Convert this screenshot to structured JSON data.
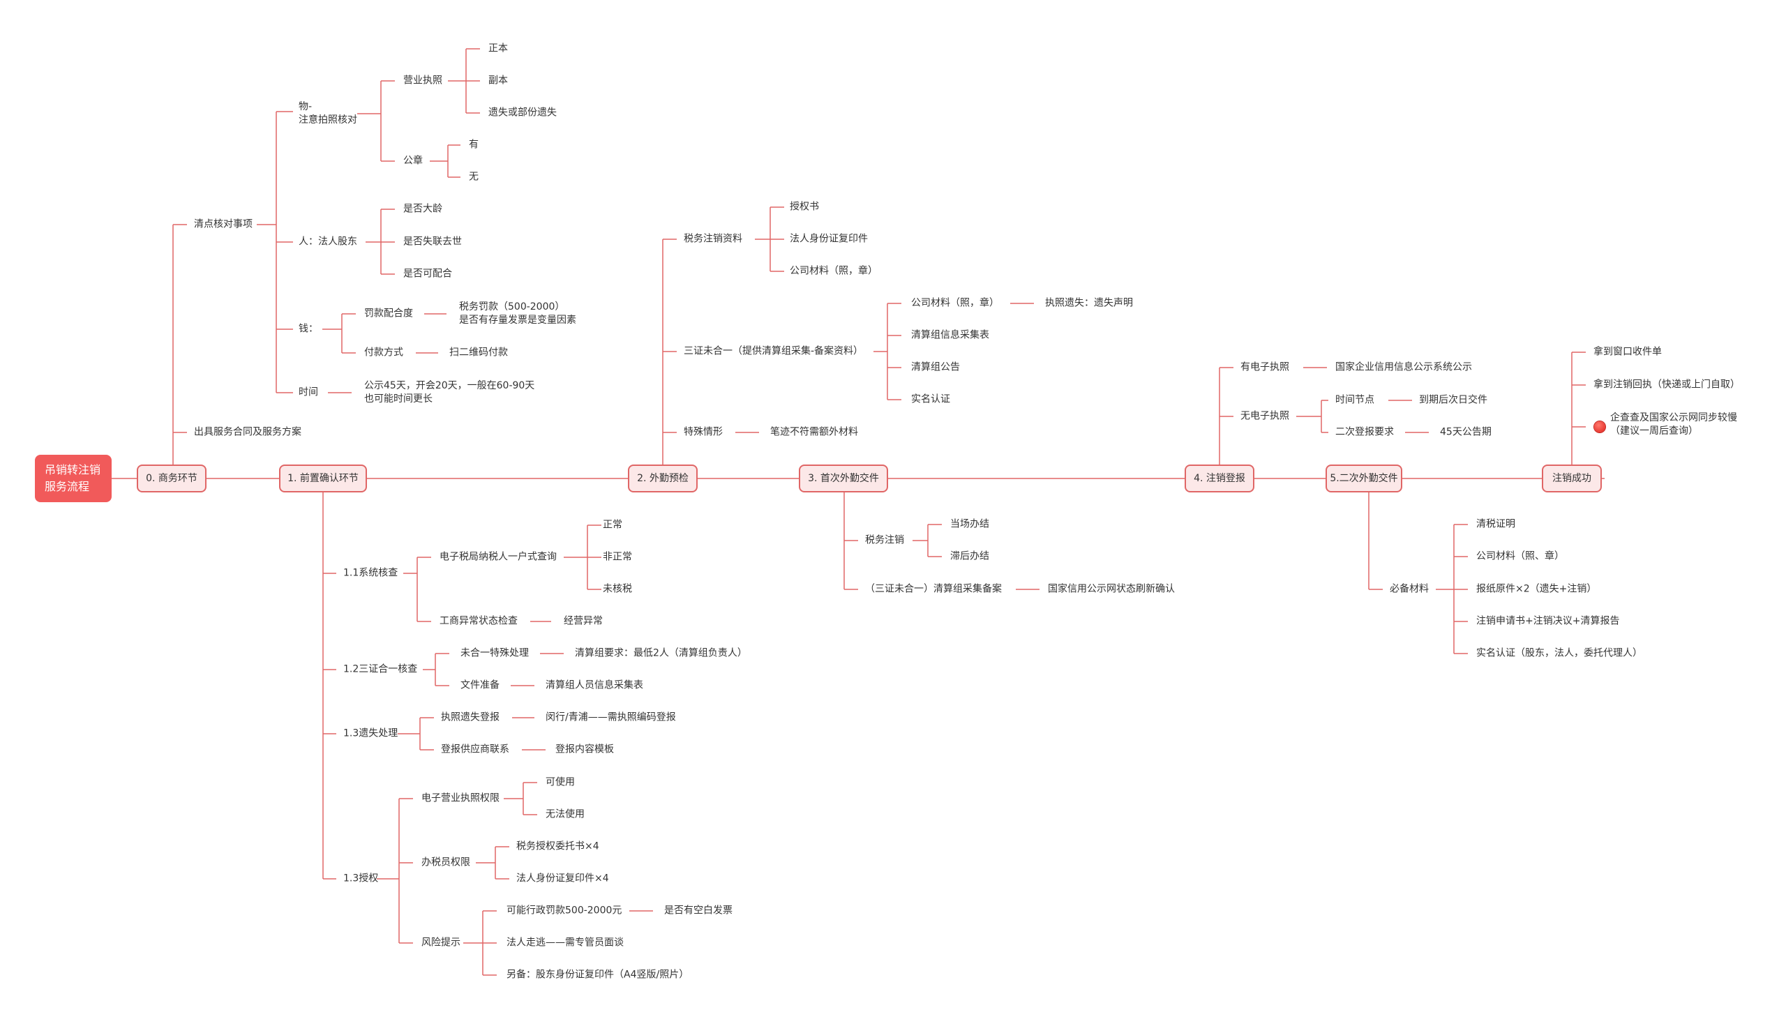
{
  "colors": {
    "line": "#e06666",
    "root_bg": "#f15a5a",
    "node_bg": "#fce8e8",
    "node_border": "#e06666",
    "text": "#333333",
    "flag": "#e0201a"
  },
  "root": "吊销转注销\n服务流程",
  "main": [
    "0. 商务环节",
    "1. 前置确认环节",
    "2. 外勤预检",
    "3. 首次外勤交件",
    "4. 注销登报",
    "5.二次外勤交件",
    "注销成功"
  ],
  "stage0": {
    "check": "清点核对事项",
    "thing": "物-\n注意拍照核对",
    "license": "营业执照",
    "license_items": [
      "正本",
      "副本",
      "遗失或部份遗失"
    ],
    "seal": "公章",
    "seal_items": [
      "有",
      "无"
    ],
    "person": "人：法人股东",
    "person_items": [
      "是否大龄",
      "是否失联去世",
      "是否可配合"
    ],
    "money": "钱：",
    "fine": "罚款配合度",
    "fine_detail": "税务罚款（500-2000）\n是否有存量发票是变量因素",
    "pay": "付款方式",
    "pay_detail": "扫二维码付款",
    "time": "时间",
    "time_detail": "公示45天，开会20天，一般在60-90天\n也可能时间更长",
    "contract": "出具服务合同及服务方案"
  },
  "stage1": {
    "sys": "1.1系统核查",
    "etax": "电子税局纳税人一户式查询",
    "etax_items": [
      "正常",
      "非正常",
      "未核税"
    ],
    "biz": "工商异常状态检查",
    "biz_detail": "经营异常",
    "three": "1.2三证合一核查",
    "special": "未合一特殊处理",
    "special_detail": "清算组要求：最低2人（清算组负责人）",
    "docs": "文件准备",
    "docs_detail": "清算组人员信息采集表",
    "lost": "1.3遗失处理",
    "lost_reg": "执照遗失登报",
    "lost_reg_detail": "闵行/青浦——需执照编码登报",
    "supplier": "登报供应商联系",
    "supplier_detail": "登报内容模板",
    "auth": "1.3授权",
    "elic": "电子营业执照权限",
    "elic_items": [
      "可使用",
      "无法使用"
    ],
    "taxer": "办税员权限",
    "taxer_items": [
      "税务授权委托书×4",
      "法人身份证复印件×4"
    ],
    "risk": "风险提示",
    "risk_fine": "可能行政罚款500-2000元",
    "risk_fine_detail": "是否有空白发票",
    "risk_items": [
      "法人走逃——需专管员面谈",
      "另备：股东身份证复印件（A4竖版/照片）"
    ]
  },
  "stage2": {
    "tax": "税务注销资料",
    "tax_items": [
      "授权书",
      "法人身份证复印件",
      "公司材料（照，章）"
    ],
    "three": "三证未合一（提供清算组采集-备案资料）",
    "company": "公司材料（照，章）",
    "company_detail": "执照遗失：遗失声明",
    "three_items": [
      "清算组信息采集表",
      "清算组公告",
      "实名认证"
    ],
    "special": "特殊情形",
    "special_detail": "笔迹不符需额外材料"
  },
  "stage3": {
    "tax": "税务注销",
    "tax_items": [
      "当场办结",
      "滞后办结"
    ],
    "three": "（三证未合一）清算组采集备案",
    "three_detail": "国家信用公示网状态刷新确认"
  },
  "stage4": {
    "has_e": "有电子执照",
    "has_e_detail": "国家企业信用信息公示系统公示",
    "no_e": "无电子执照",
    "timing": "时间节点",
    "timing_detail": "到期后次日交件",
    "second": "二次登报要求",
    "second_detail": "45天公告期"
  },
  "stage5": {
    "needed": "必备材料",
    "items": [
      "清税证明",
      "公司材料（照、章）",
      "报纸原件×2（遗失+注销）",
      "注销申请书+注销决议+清算报告",
      "实名认证（股东，法人，委托代理人）"
    ]
  },
  "success": {
    "items": [
      "拿到窗口收件单",
      "拿到注销回执（快递或上门自取）"
    ],
    "flag_icon": "red-flag-icon",
    "note": "企查查及国家公示网同步较慢\n（建议一周后查询）"
  }
}
